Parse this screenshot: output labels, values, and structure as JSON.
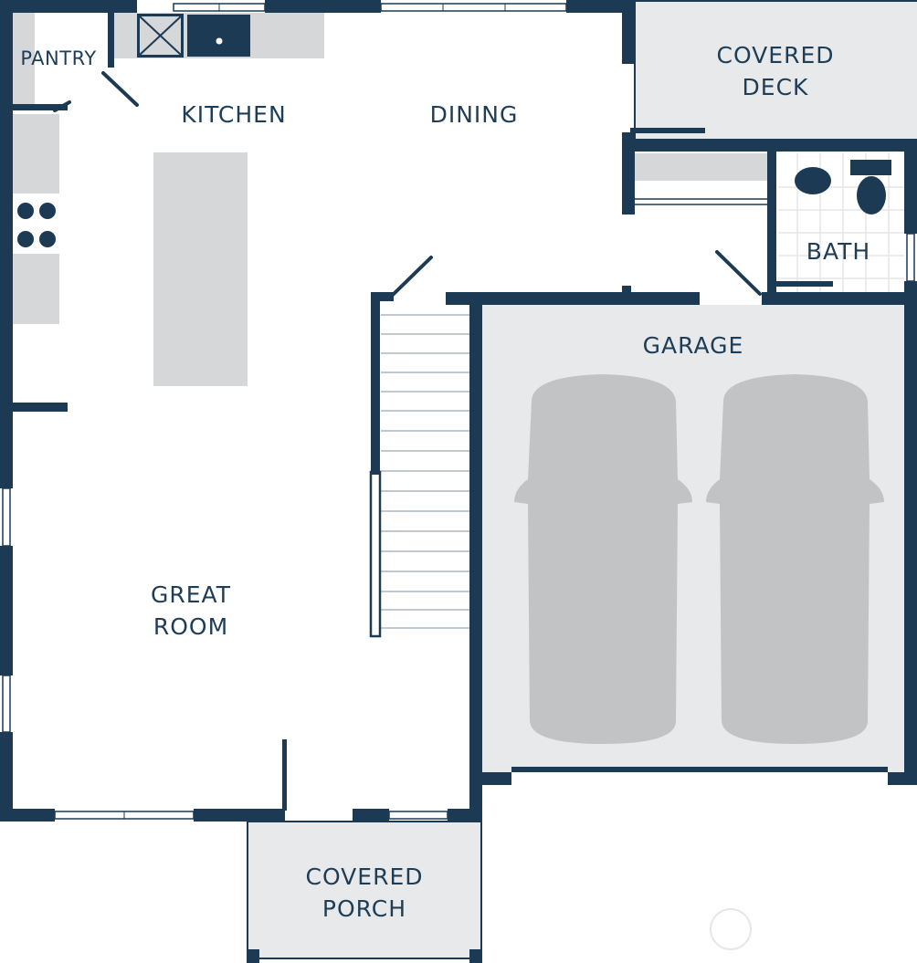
{
  "plan": {
    "colors": {
      "wall": "#1c3a53",
      "exterior_area": "#e8e9ea",
      "fixture": "#d6d7d8",
      "car": "#c2c3c4",
      "background": "#ffffff"
    },
    "rooms": {
      "pantry": "PANTRY",
      "kitchen": "KITCHEN",
      "dining": "DINING",
      "covered_deck_line1": "COVERED",
      "covered_deck_line2": "DECK",
      "bath": "BATH",
      "garage": "GARAGE",
      "great_room_line1": "GREAT",
      "great_room_line2": "ROOM",
      "covered_porch_line1": "COVERED",
      "covered_porch_line2": "PORCH"
    },
    "icons": {
      "stove": "cooktop-burners-icon",
      "sink": "sink-icon",
      "toilet": "toilet-icon",
      "bath_sink": "bath-sink-icon",
      "cars": "car-icon"
    }
  }
}
